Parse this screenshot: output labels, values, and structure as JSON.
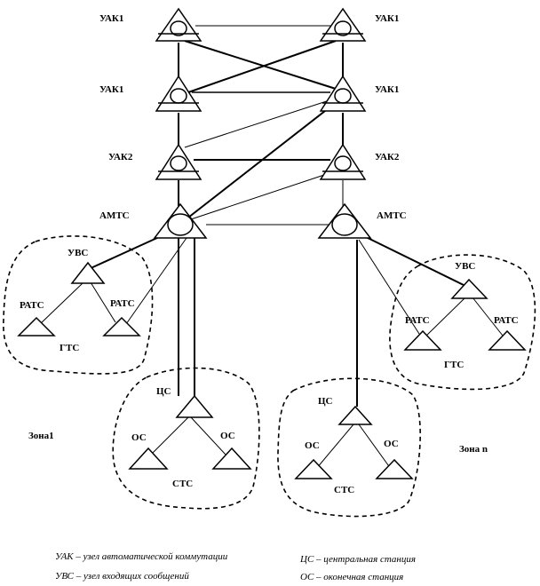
{
  "labels": {
    "uak1_left_top": "УАК1",
    "uak1_right_top": "УАК1",
    "uak1_left_mid": "УАК1",
    "uak1_right_mid": "УАК1",
    "uak2_left": "УАК2",
    "uak2_right": "УАК2",
    "amts_left": "АМТС",
    "amts_right": "АМТС",
    "uvs_left": "УВС",
    "ratc_left_1": "РАТС",
    "ratc_left_2": "РАТС",
    "gts_left": "ГТС",
    "uvs_right": "УВС",
    "ratc_right_1": "РАТС",
    "ratc_right_2": "РАТС",
    "gts_right": "ГТС",
    "cs_left": "ЦС",
    "os_left_1": "ОС",
    "os_left_2": "ОС",
    "sts_left": "СТС",
    "cs_right": "ЦС",
    "os_right_1": "ОС",
    "os_right_2": "ОС",
    "sts_right": "СТС",
    "zone_1": "Зона1",
    "zone_n": "Зона n"
  },
  "legend": {
    "uak": "УАК – узел автоматической коммутации",
    "uvs": "УВС – узел входящих сообщений",
    "cs": "ЦС – центральная станция",
    "os": "ОС – оконечная станция"
  }
}
